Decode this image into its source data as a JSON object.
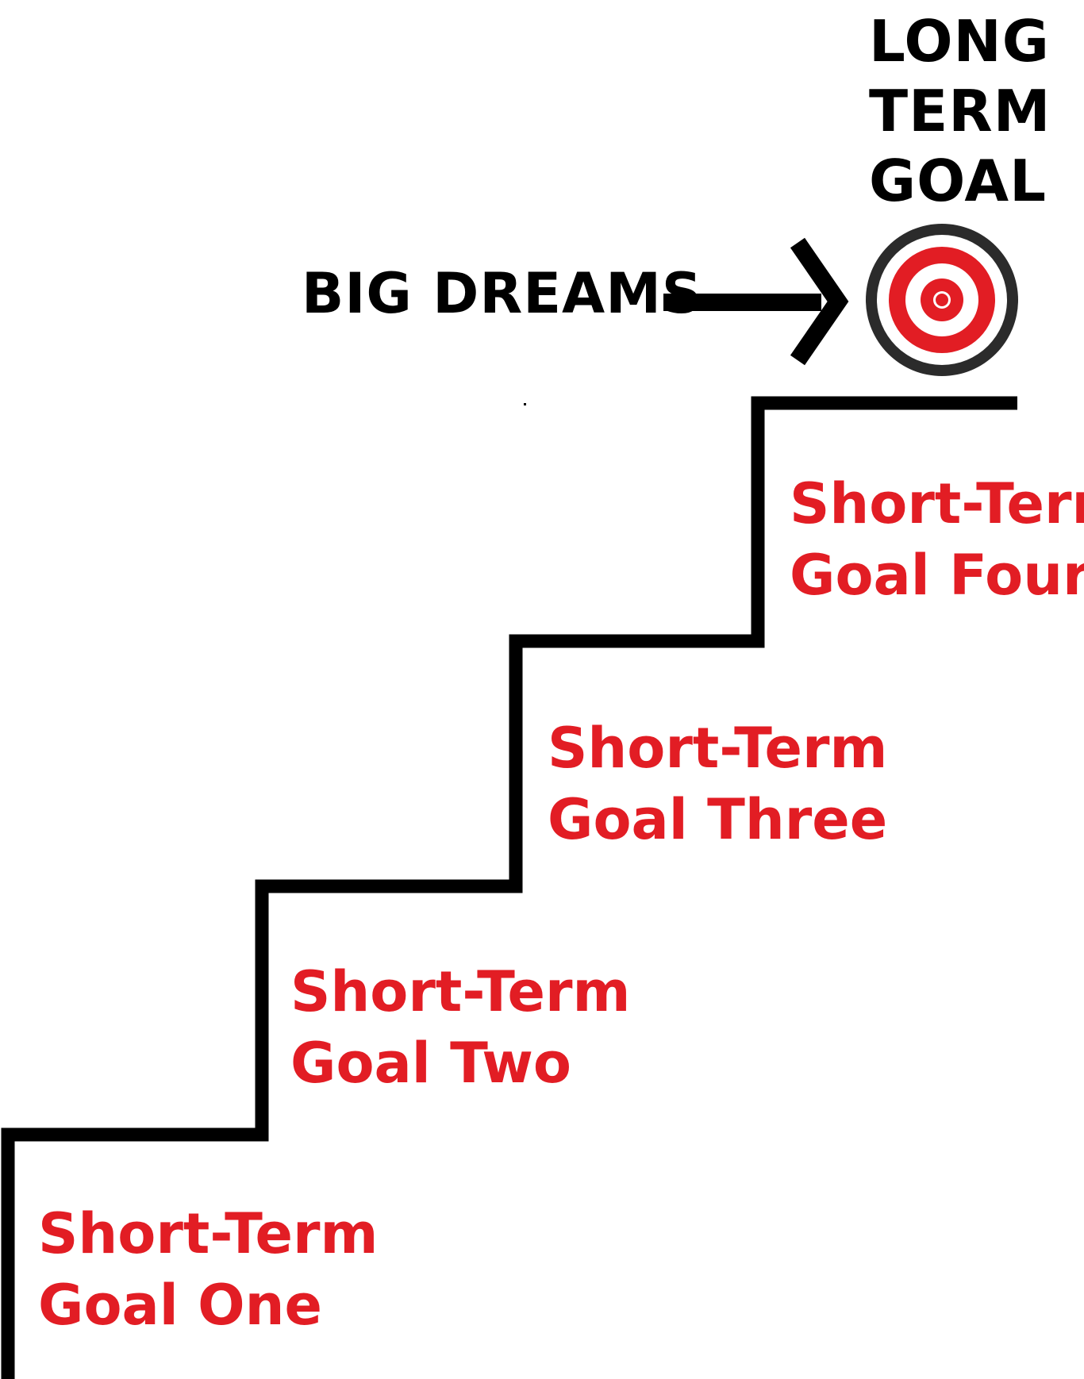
{
  "long_term_goal": {
    "lines": [
      "LONG",
      "TERM",
      "GOAL"
    ]
  },
  "big_dreams": {
    "label": "BIG DREAMS"
  },
  "steps": [
    {
      "line1": "Short-Term",
      "line2": "Goal One"
    },
    {
      "line1": "Short-Term",
      "line2": "Goal Two"
    },
    {
      "line1": "Short-Term",
      "line2": "Goal Three"
    },
    {
      "line1": "Short-Term",
      "line2": "Goal Four"
    }
  ],
  "colors": {
    "stairs": "#000000",
    "step_text": "#e21d24",
    "target_ring_dark": "#2b2b2b",
    "target_ring_red": "#e21d24",
    "target_ring_white": "#ffffff",
    "arrow": "#000000"
  },
  "icons": {
    "target": "target-icon",
    "arrow": "arrow-right-icon"
  }
}
